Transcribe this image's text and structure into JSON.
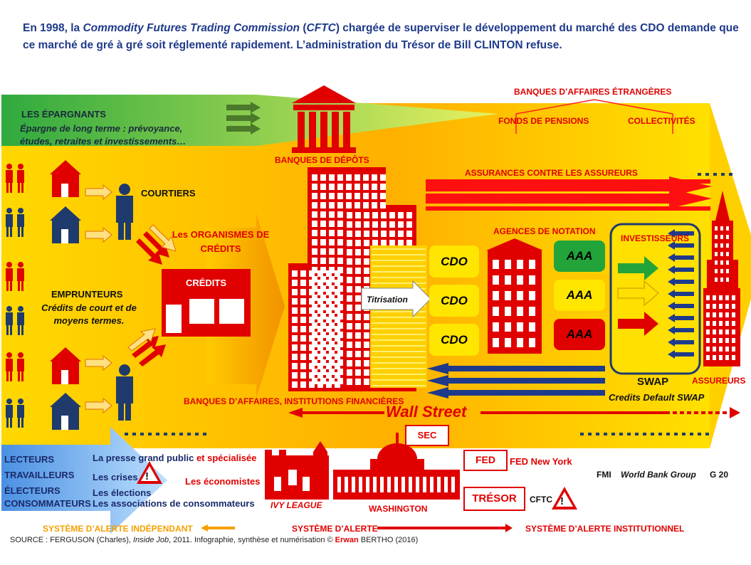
{
  "header": {
    "part1": "En 1998, la ",
    "cftc_name": "Commodity Futures Trading Commission",
    "part2": " (",
    "cftc_abbr": "CFTC",
    "part3": ") chargée de superviser le développement du marché des CDO demande que ce marché de gré à gré soit réglementé rapidement. L’administration du Trésor de Bill CLINTON refuse."
  },
  "labels": {
    "epargnants": "LES ÉPARGNANTS",
    "epargne": "Épargne de long terme : prévoyance, études, retraites et investissements…",
    "banques_depots": "BANQUES DE DÉPÔTS",
    "banques_etrangeres": "BANQUES D’AFFAIRES ÉTRANGÈRES",
    "fonds_pensions": "FONDS DE PENSIONS",
    "collectivites": "COLLECTIVITÉS",
    "assurances": "ASSURANCES CONTRE LES ASSUREURS",
    "courtiers": "COURTIERS",
    "organismes": "Les ORGANISMES DE CRÉDITS",
    "credits": "CRÉDITS",
    "emprunteurs": "EMPRUNTEURS",
    "emprunteurs_detail": "Crédits de court et de moyens termes.",
    "titrisation": "Titrisation",
    "cdo": [
      "CDO",
      "CDO",
      "CDO"
    ],
    "agences": "AGENCES DE NOTATION",
    "aaa": [
      "AAA",
      "AAA",
      "AAA"
    ],
    "investisseurs": "INVESTISSEURS",
    "swap": "SWAP",
    "credits_default": "Credits Default SWAP",
    "assureurs": "ASSUREURS",
    "banques_affaires": "BANQUES D’AFFAIRES, INSTITUTIONS FINANCIÈRES",
    "wall_street": "Wall Street",
    "sec": "SEC",
    "fed": "FED",
    "fed_ny": "FED New York",
    "tresor": "TRÉSOR",
    "cftc": "CFTC",
    "fmi": "FMI",
    "world_bank": "World Bank Group",
    "g20": "G 20",
    "ivy_league": "IVY LEAGUE",
    "washington": "WASHINGTON",
    "lecteurs": "LECTEURS",
    "travailleurs": "TRAVAILLEURS",
    "electeurs": "ÉLECTEURS",
    "consommateurs": "CONSOMMATEURS",
    "presse1": "La presse grand public",
    "presse2": " et spécialisée",
    "crises": "Les crises",
    "economistes": "Les économistes",
    "elections": "Les élections",
    "associations": "Les associations de consommateurs",
    "alerte_indep": "SYSTÈME D’ALERTE INDÉPENDANT",
    "alerte": "SYSTÈME D’ALERTE",
    "alerte_inst": "SYSTÈME D’ALERTE INSTITUTIONNEL",
    "warning": "!"
  },
  "source": {
    "prefix": "SOURCE : FERGUSON (Charles), ",
    "title": "Inside Job",
    "mid": ", 2011. Infographie, synthèse et numérisation © ",
    "author": "Erwan",
    "suffix": " BERTHO (2016)"
  },
  "colors": {
    "red": "#e00000",
    "navy": "#1f3a8a",
    "green": "#22a43a",
    "yellow": "#ffe600",
    "orange": "#f59a00"
  }
}
